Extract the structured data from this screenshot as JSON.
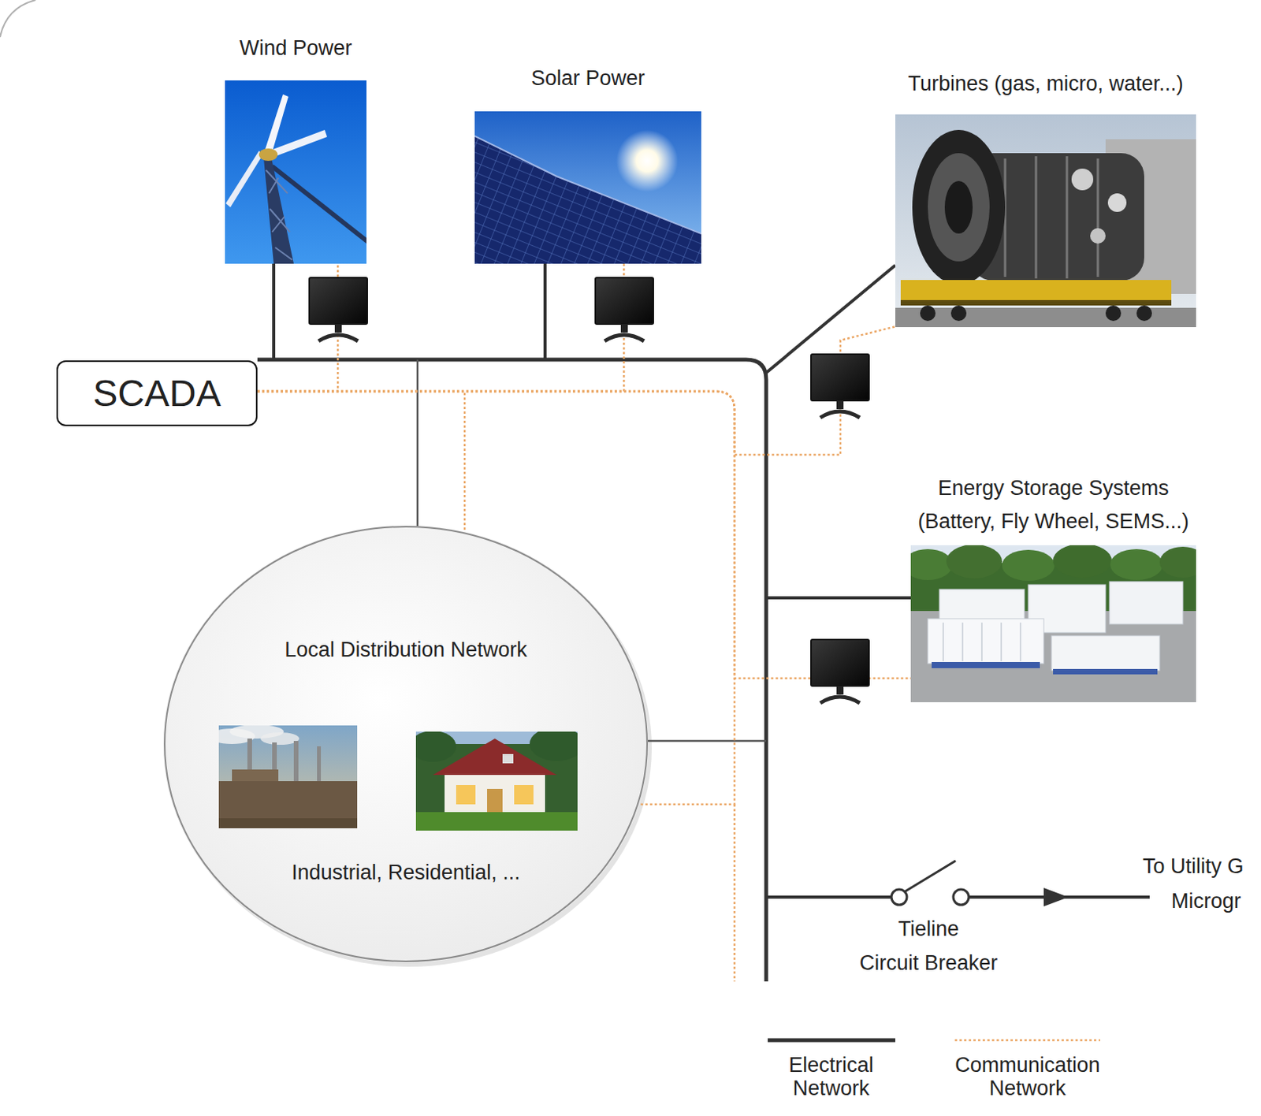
{
  "diagram": {
    "nodes": [
      {
        "text": [
          "Wind Power"
        ]
      },
      {
        "text": [
          "Solar Power"
        ]
      },
      {
        "text": [
          "Turbines (gas, micro, water...)"
        ]
      },
      {
        "text": [
          "SCADA"
        ]
      },
      {
        "text": [
          "Energy Storage Systems",
          "(Battery, Fly Wheel, SEMS...)"
        ]
      },
      {
        "text": [
          "Local Distribution Network",
          "Industrial, Residential, ..."
        ]
      }
    ],
    "edges": [
      {
        "from": 3,
        "to": 0,
        "arrow": "none"
      },
      {
        "from": 3,
        "to": 1,
        "arrow": "none"
      },
      {
        "from": 3,
        "to": 2,
        "arrow": "none"
      },
      {
        "from": 3,
        "to": 4,
        "arrow": "none"
      },
      {
        "from": 3,
        "to": 5,
        "arrow": "none"
      }
    ],
    "labels": [
      "Tieline",
      "Circuit Breaker",
      "To Utility G",
      "Microgr"
    ],
    "legend": [
      {
        "text": "Electrical Network"
      },
      {
        "text": "Communication Network"
      }
    ]
  }
}
